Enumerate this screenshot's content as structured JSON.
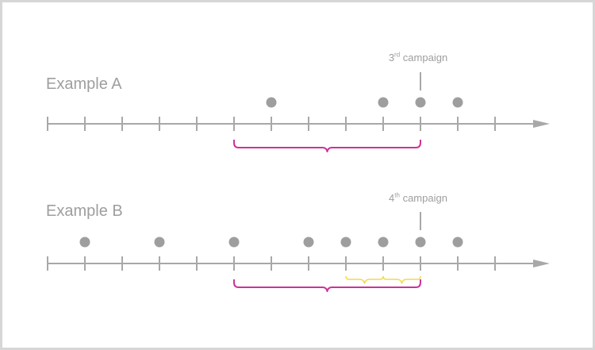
{
  "examples": [
    {
      "label": "Example A",
      "annotation": {
        "number": "3",
        "suffix": "rd",
        "text": "campaign"
      },
      "ticks": 13,
      "dots": [
        6,
        9,
        10,
        11
      ],
      "marker_tick": 10,
      "pink_brace": {
        "from": 5,
        "to": 10
      },
      "yellow_braces": []
    },
    {
      "label": "Example B",
      "annotation": {
        "number": "4",
        "suffix": "th",
        "text": "campaign"
      },
      "ticks": 13,
      "dots": [
        1,
        3,
        5,
        7,
        8,
        9,
        10,
        11
      ],
      "marker_tick": 10,
      "pink_brace": {
        "from": 5,
        "to": 10
      },
      "yellow_braces": [
        {
          "from": 8,
          "to": 9
        },
        {
          "from": 9,
          "to": 10
        }
      ]
    }
  ],
  "colors": {
    "axis": "#a8a8a8",
    "dot": "#9e9e9e",
    "pink": "#cc3399",
    "yellow": "#f2d94e",
    "text": "#9e9e9e",
    "border": "#d6d6d6"
  }
}
